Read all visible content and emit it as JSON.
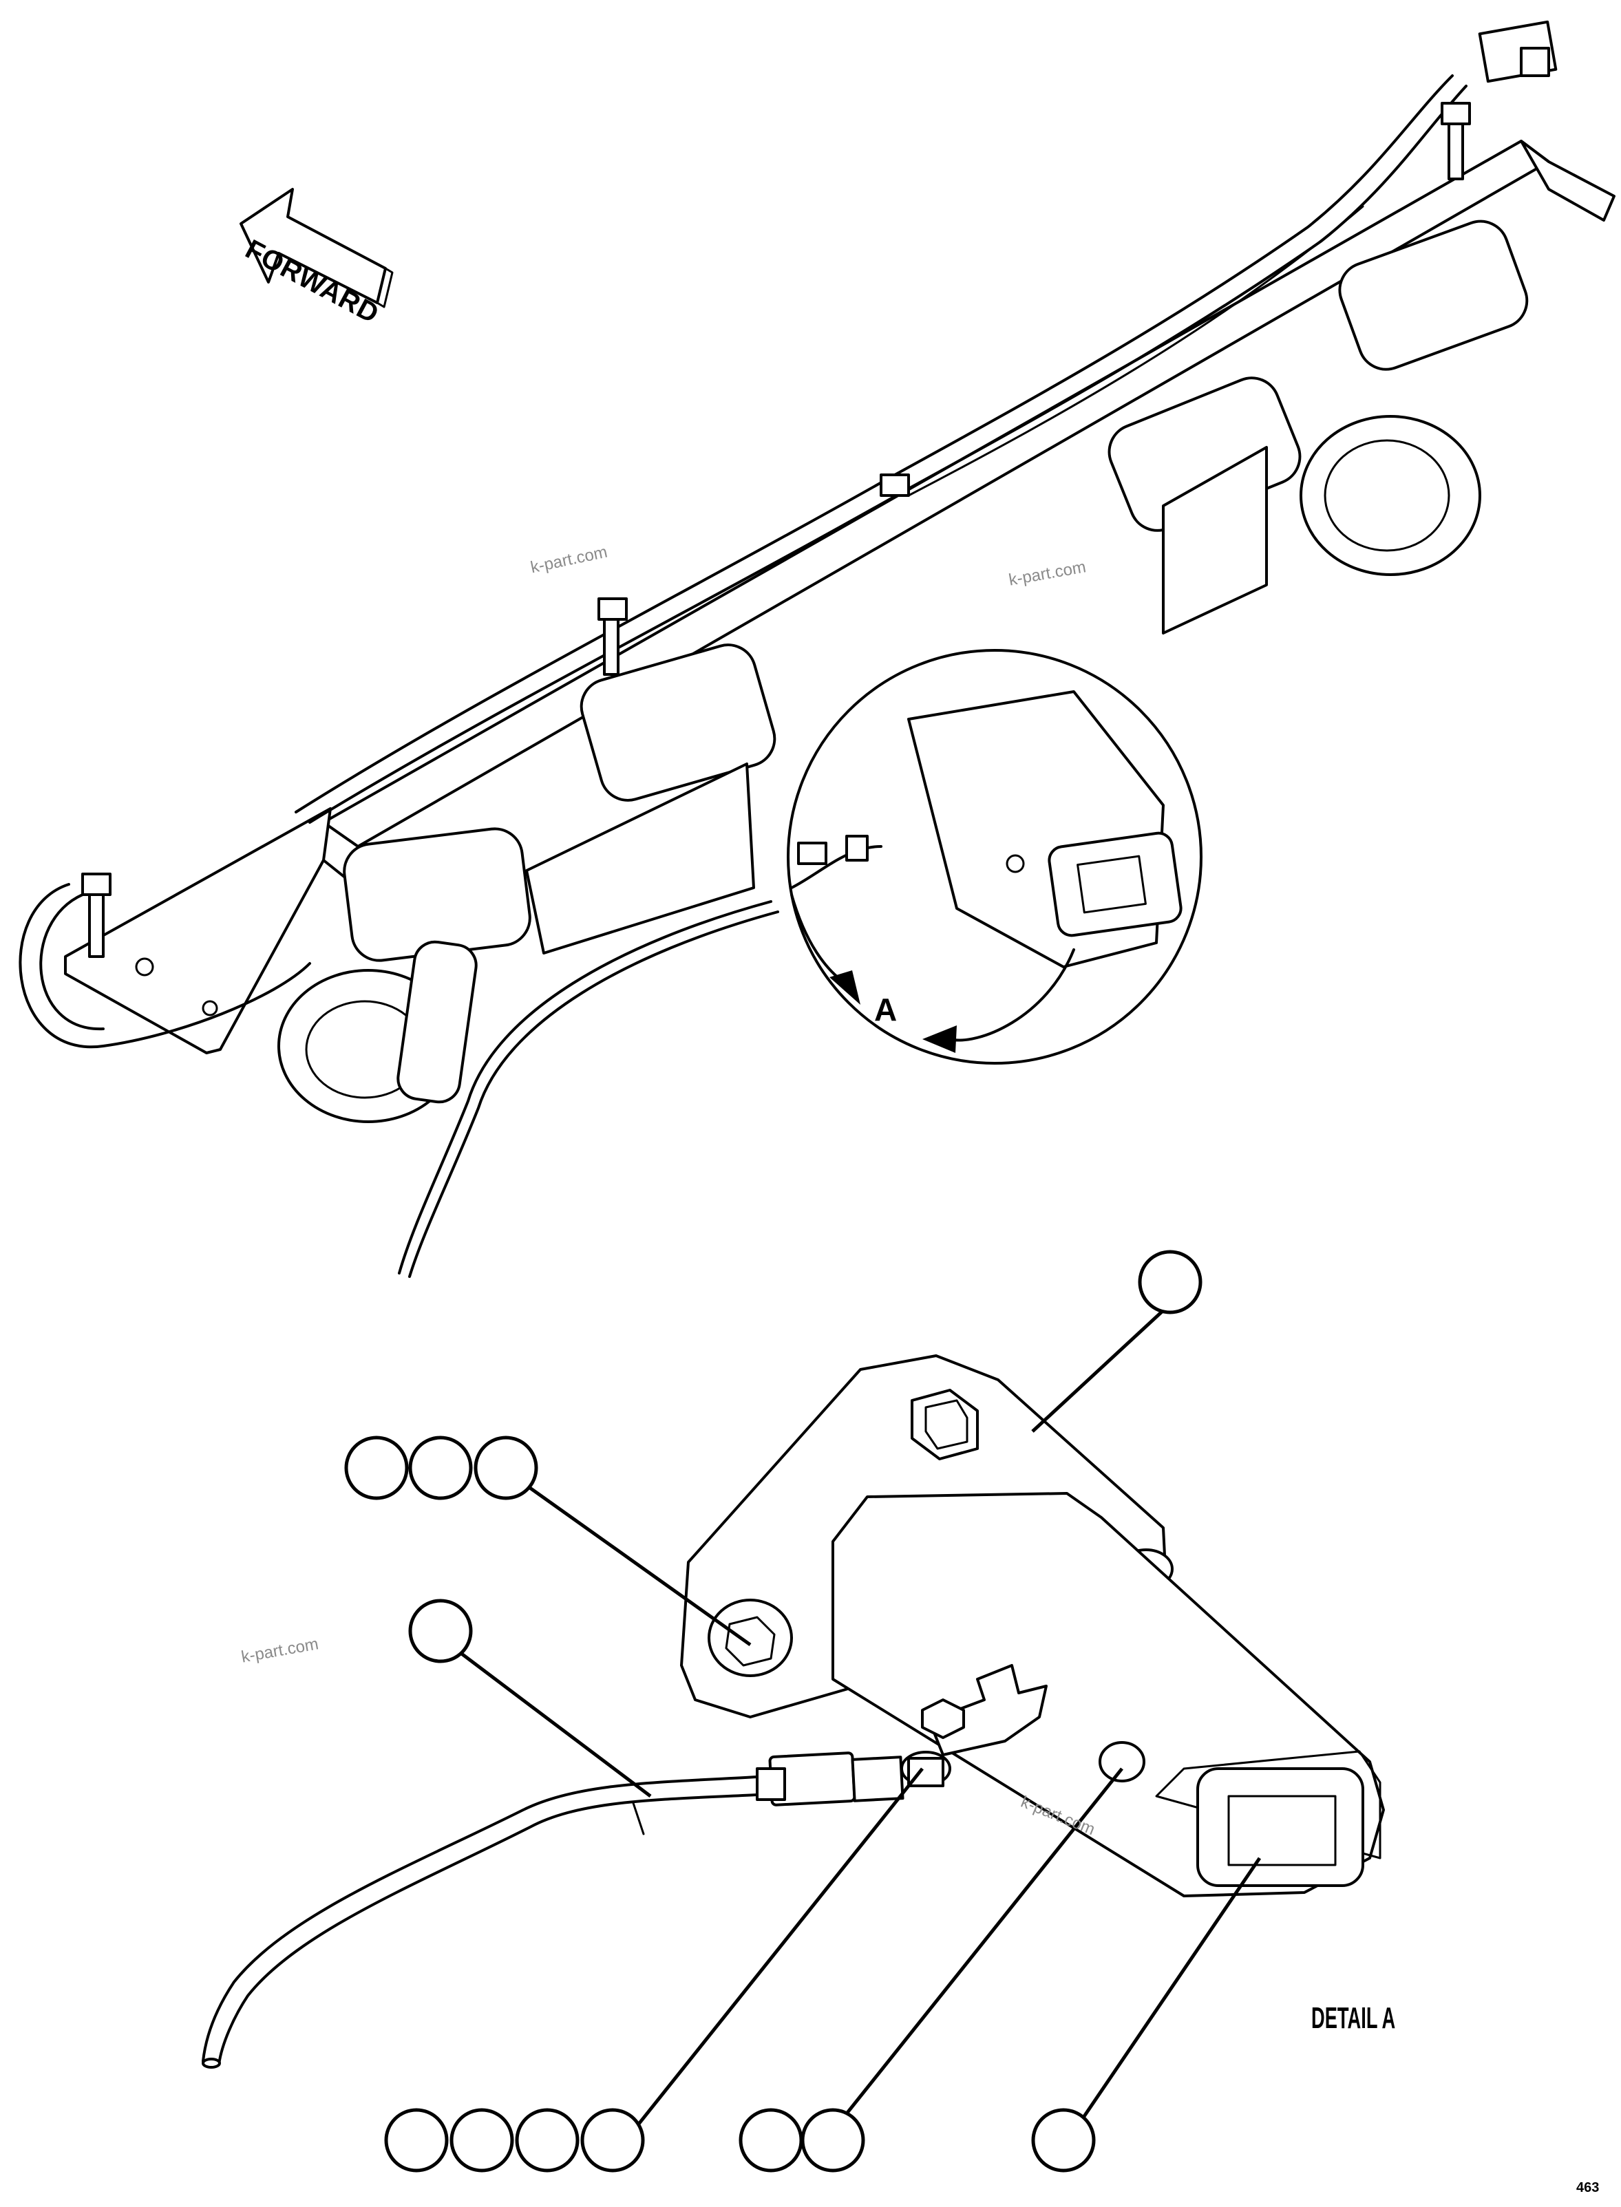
{
  "labels": {
    "forward_arrow": "FORWARD",
    "view_marker": "A",
    "detail_title": "DETAIL A",
    "page_number": "463"
  },
  "watermarks": [
    "k-part.com",
    "k-part.com",
    "k-part.com",
    "k-part.com"
  ],
  "callouts": {
    "bracket": [
      ""
    ],
    "bolts": [
      "",
      "",
      ""
    ],
    "harness": [
      ""
    ],
    "connector_hardware": [
      "",
      "",
      "",
      ""
    ],
    "plug": [
      "",
      ""
    ],
    "lamp_lens": [
      ""
    ]
  }
}
